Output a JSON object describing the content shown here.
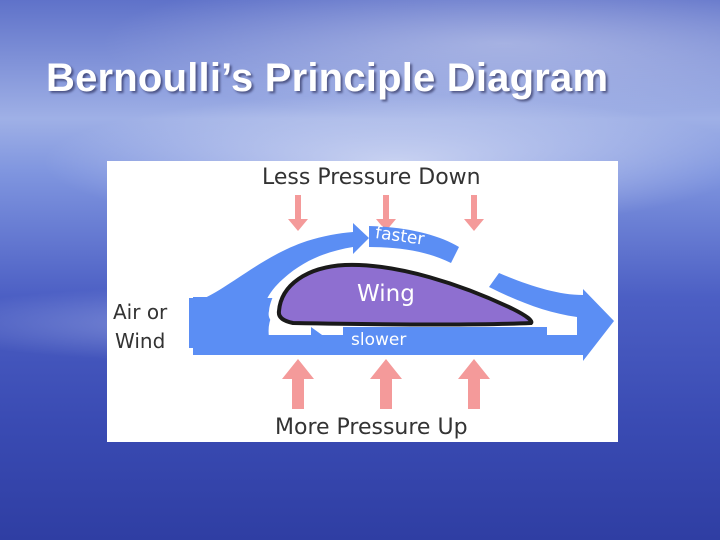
{
  "slide": {
    "title": "Bernoulli’s Principle Diagram"
  },
  "diagram": {
    "top_label": "Less Pressure Down",
    "bottom_label": "More Pressure Up",
    "side_label_line1": "Air or",
    "side_label_line2": "Wind",
    "wing_label": "Wing",
    "upper_flow_label": "faster",
    "lower_flow_label": "slower",
    "colors": {
      "airflow": "#5b8ef4",
      "wing_fill": "#8e6fd0",
      "wing_outline": "#1a1a1a",
      "pressure_arrows": "#f49a9a",
      "label_text": "#333333",
      "flow_text": "#ffffff"
    }
  }
}
